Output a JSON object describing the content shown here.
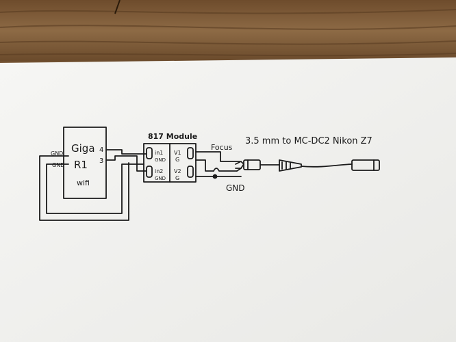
{
  "board": {
    "name_line1": "Giga",
    "name_line2": "R1",
    "name_line3": "wifi",
    "pin_a": "4",
    "pin_b": "3",
    "gnd_a": "GND",
    "gnd_b": "GND"
  },
  "module": {
    "title": "817 Module",
    "in1": "in1",
    "gnd1": "GND",
    "v1": "V1",
    "g1": "G",
    "in2": "in2",
    "gnd2": "GND",
    "v2": "V2",
    "g2": "G"
  },
  "labels": {
    "focus": "Focus",
    "gnd": "GND",
    "title_line": "3.5 mm   to   MC-DC2   Nikon Z7"
  },
  "colors": {
    "ink": "#1a1a1a",
    "paper": "#f4f4f2",
    "wood": "#7a5a3a"
  }
}
